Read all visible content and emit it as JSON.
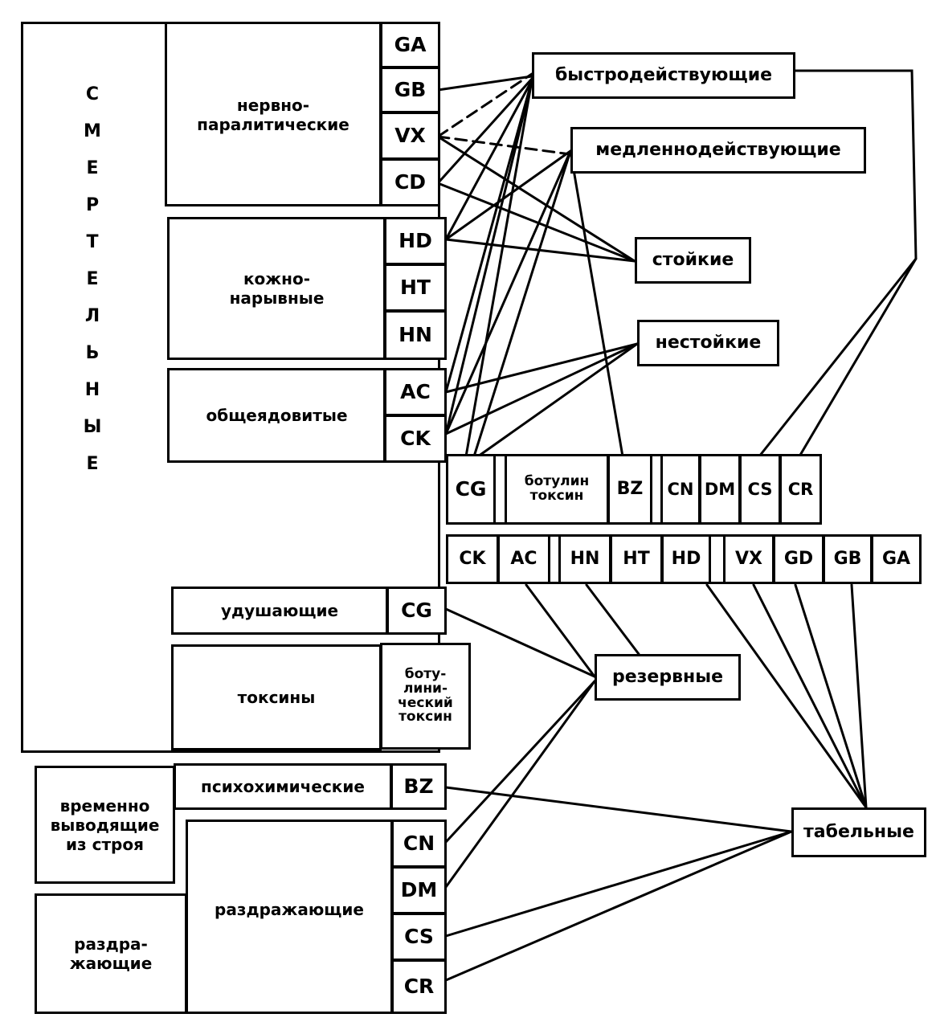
{
  "lethal_label": [
    "С",
    "М",
    "Е",
    "Р",
    "Т",
    "Е",
    "Л",
    "Ь",
    "Н",
    "Ы",
    "Е"
  ],
  "groups": {
    "nerve": "нервно-\nпаралитические",
    "blister": "кожно-\nнарывные",
    "blood": "общеядовитые",
    "choking": "удушающие",
    "toxins": "токсины",
    "psycho": "психохимические",
    "irritant": "раздражающие"
  },
  "side_labels": {
    "temporary": "временно\nвыводящие\nиз строя",
    "irritating": "раздра-\nжающие"
  },
  "agents": {
    "GA": "GA",
    "GB": "GB",
    "VX": "VX",
    "CD": "CD",
    "HD": "HD",
    "HT": "HT",
    "HN": "HN",
    "AC": "AC",
    "CK": "CK",
    "CG": "CG",
    "BOT": "боту-\nлини-\nческий\nтоксин",
    "BZ": "BZ",
    "CN": "CN",
    "DM": "DM",
    "CS": "CS",
    "CR": "CR"
  },
  "row1": [
    "CG",
    "ботулин\nтоксин",
    "BZ",
    "CN",
    "DM",
    "CS",
    "CR"
  ],
  "row2": [
    "CK",
    "AC",
    "HN",
    "HT",
    "HD",
    "VX",
    "GD",
    "GB",
    "GA"
  ],
  "categories": {
    "fast": "быстродействующие",
    "slow": "медленнодействующие",
    "persistent": "стойкие",
    "nonpersistent": "нестойкие",
    "reserve": "резервные",
    "standard": "табельные"
  }
}
